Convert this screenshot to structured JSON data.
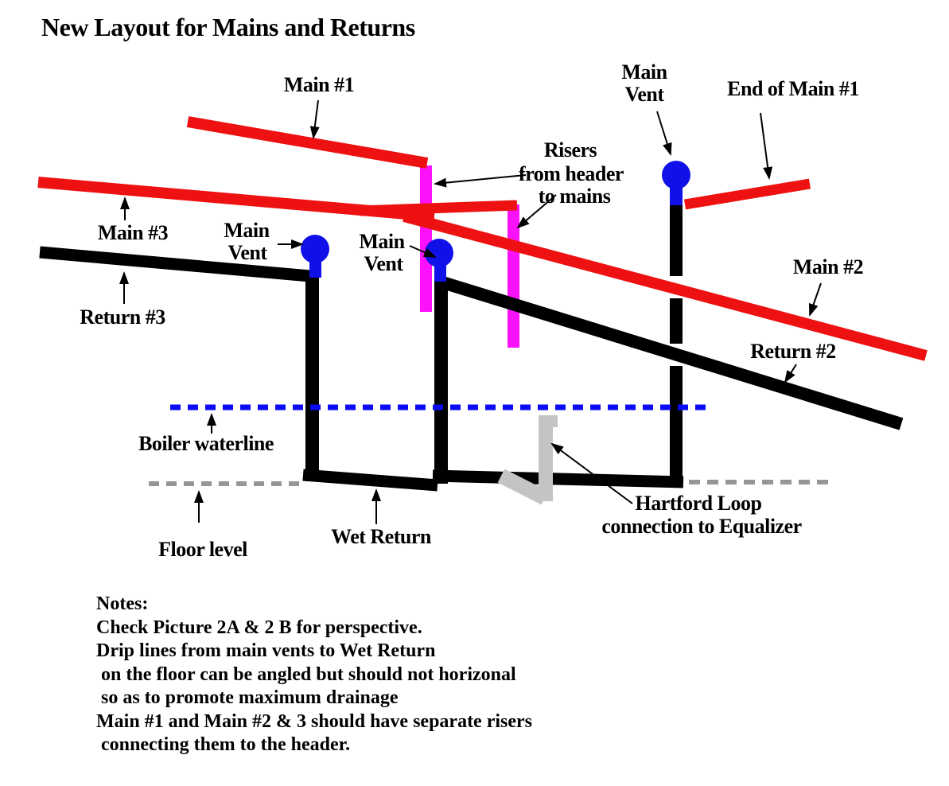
{
  "title": "New Layout for Mains and Returns",
  "labels": {
    "main1": "Main #1",
    "main2": "Main #2",
    "main3": "Main #3",
    "return2": "Return #2",
    "return3": "Return #3",
    "end_of_main1": "End of Main #1",
    "main_vent_line1": "Main",
    "main_vent_line2": "Vent",
    "risers_line1": "Risers",
    "risers_line2": "from header",
    "risers_line3": "to mains",
    "boiler_waterline": "Boiler waterline",
    "floor_level": "Floor level",
    "wet_return": "Wet Return",
    "hartford_line1": "Hartford Loop",
    "hartford_line2": "connection to Equalizer"
  },
  "notes": {
    "lines": [
      "Notes:",
      "Check Picture 2A & 2 B for perspective.",
      "Drip lines from main vents to Wet Return",
      " on the floor can be angled but should not horizonal",
      " so as to promote maximum drainage",
      "Main #1 and Main #2 & 3 should have separate risers",
      " connecting them to the header."
    ]
  },
  "colors": {
    "main_red": "#ee1111",
    "riser_magenta": "#fb12fb",
    "vent_blue": "#1010e8",
    "waterline_blue": "#0b0bf5",
    "floor_gray": "#969696",
    "hartford_gray": "#c3c5c5",
    "pipe_black": "#000000",
    "text_black": "#000000"
  }
}
